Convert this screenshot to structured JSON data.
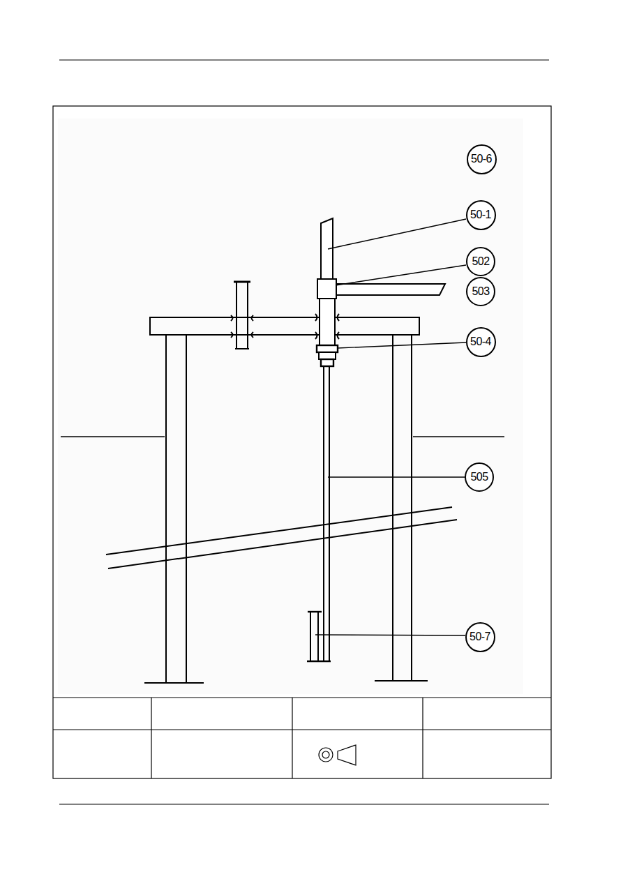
{
  "diagram": {
    "nodes": [
      {
        "text": [
          "50-6"
        ]
      },
      {
        "text": [
          "50-1"
        ]
      },
      {
        "text": [
          "502"
        ]
      },
      {
        "text": [
          "503"
        ]
      },
      {
        "text": [
          "50-4"
        ]
      },
      {
        "text": [
          "505"
        ]
      },
      {
        "text": [
          "50-7"
        ]
      }
    ]
  }
}
